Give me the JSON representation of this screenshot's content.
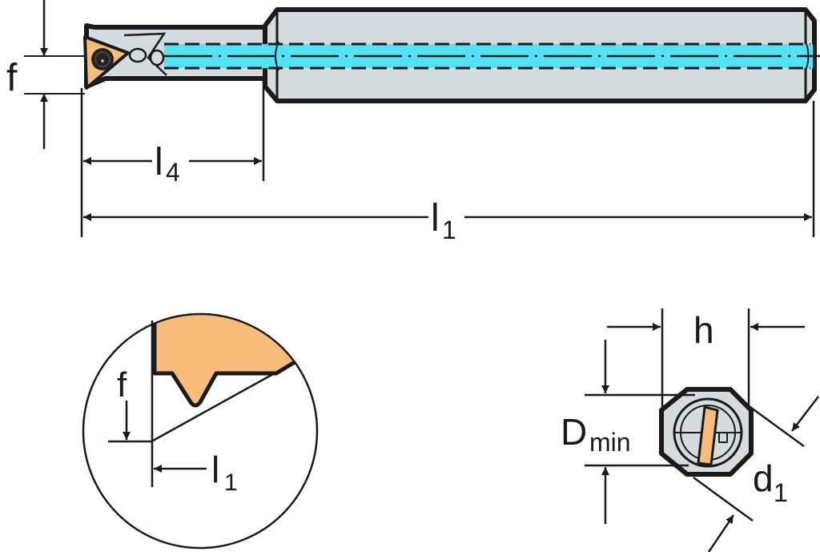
{
  "diagram": {
    "title": "Boring bar with triangular insert - dimension drawing",
    "colors": {
      "outline": "#1a1a1a",
      "body": "#d5dcdf",
      "coolant": "#55e3f7",
      "insert": "#f8bd7a",
      "background": "#ffffff"
    },
    "side_view": {
      "labels": {
        "f_main": "f",
        "l4_main": "l",
        "l4_sub": "4",
        "l1_main": "l",
        "l1_sub": "1"
      }
    },
    "detail_view": {
      "labels": {
        "f_main": "f",
        "l1_main": "l",
        "l1_sub": "1"
      }
    },
    "end_view": {
      "labels": {
        "h_main": "h",
        "dmin_main": "D",
        "dmin_sub": "min",
        "d1_main": "d",
        "d1_sub": "1"
      }
    }
  }
}
